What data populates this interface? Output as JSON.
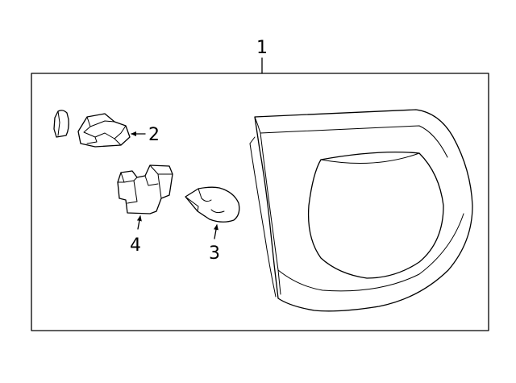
{
  "callouts": {
    "assembly": "1",
    "socket": "2",
    "bulb": "3",
    "bulb_socket": "4"
  }
}
